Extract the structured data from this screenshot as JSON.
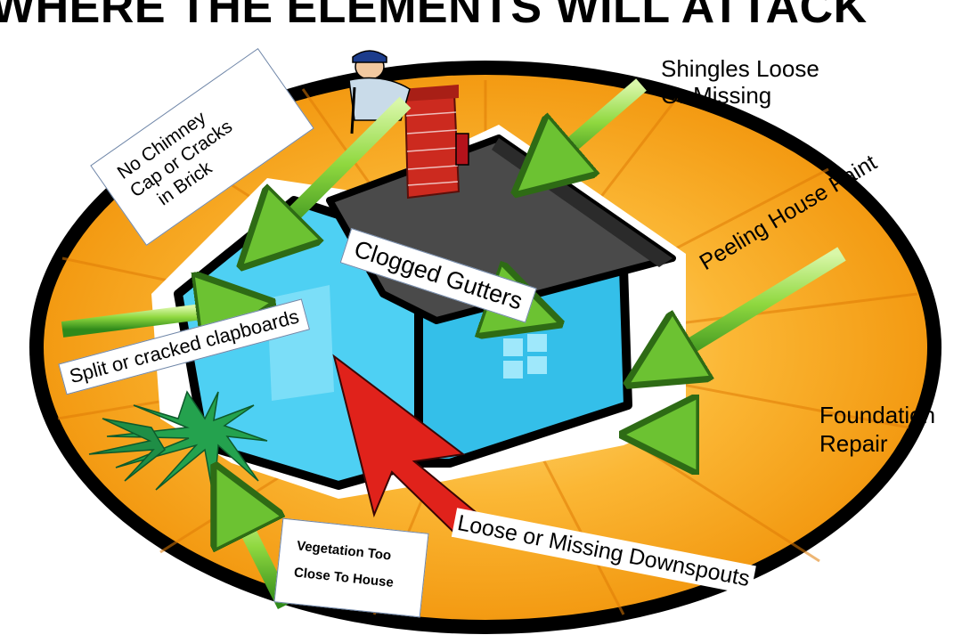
{
  "title": "WHERE THE ELEMENTS WILL ATTACK",
  "labels": {
    "shingles_line1": "Shingles Loose",
    "shingles_line2": "Or Missing",
    "chimney_line1": "No Chimney",
    "chimney_line2": "Cap or Cracks",
    "chimney_line3": "in Brick",
    "gutters": "Clogged Gutters",
    "paint": "Peeling House Paint",
    "clapboards": "Split or cracked clapboards",
    "foundation_line1": "Foundation",
    "foundation_line2": "Repair",
    "downspouts": "Loose or Missing Downspouts",
    "vegetation_line1": "Vegetation Too",
    "vegetation_line2": "Close To House"
  },
  "colors": {
    "sun_orange": "#f5a41c",
    "sun_yellow": "#fdd06a",
    "house_blue": "#3cc8f0",
    "house_light": "#7ddcf7",
    "roof": "#4a4a4a",
    "brick": "#cc2a1f",
    "arrow_green": "#8cd63c",
    "pointer_red": "#e0221b",
    "plant_green": "#1e9a4a"
  }
}
